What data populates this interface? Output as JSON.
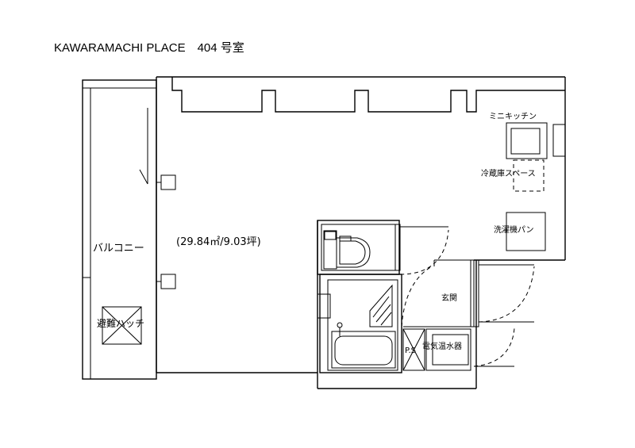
{
  "title": "KAWARAMACHI PLACE　404 号室",
  "rooms": {
    "balcony": "バルコニー",
    "area": "(29.84㎡/9.03坪)",
    "mini_kitchen": "ミニキッチン",
    "fridge_space": "冷蔵庫スペース",
    "washer_pan": "洗濯機パン",
    "entrance": "玄関",
    "water_heater": "電気温水器",
    "ps": "P.S",
    "escape_hatch": "避難ハッチ"
  }
}
